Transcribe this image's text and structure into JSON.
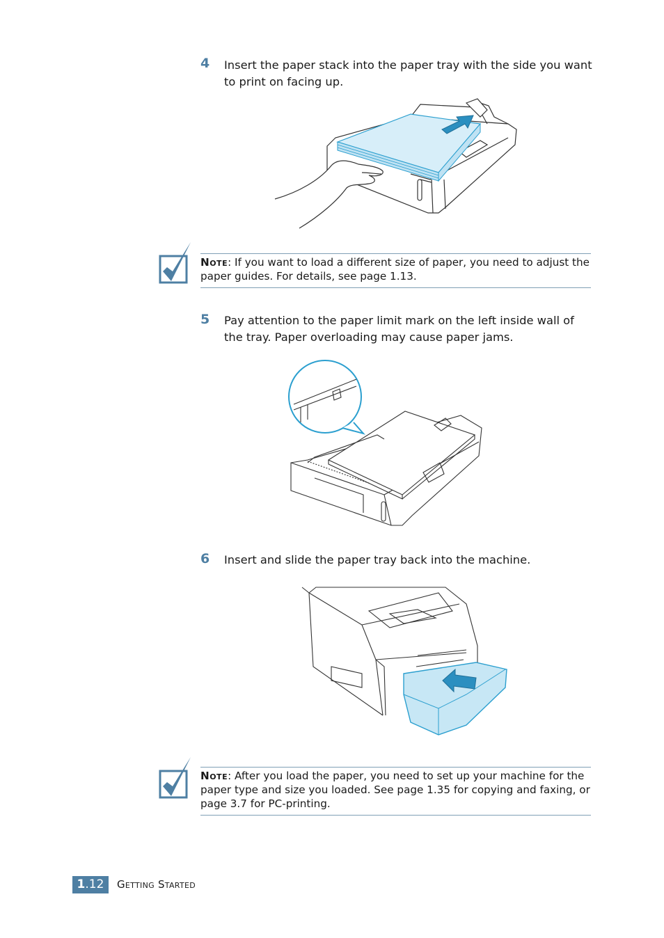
{
  "steps": [
    {
      "number": "4",
      "text": "Insert the paper stack into the paper tray with the side you want to print on facing up."
    },
    {
      "number": "5",
      "text": "Pay attention to the paper limit mark on the left inside wall of the tray. Paper overloading may cause paper jams."
    },
    {
      "number": "6",
      "text": "Insert and slide the paper tray back into the machine."
    }
  ],
  "notes": [
    {
      "label": "Note",
      "text": ": If you want to load a different size of paper, you need to adjust the paper guides. For details, see page 1.13."
    },
    {
      "label": "Note",
      "text": ": After you load the paper, you need to set up your machine for the paper type and size you loaded. See page 1.35 for copying and faxing, or page 3.7 for PC-printing."
    }
  ],
  "footer": {
    "chapter": "1",
    "page": ".12",
    "section": "Getting Started"
  },
  "colors": {
    "accent": "#4e7fa3",
    "illustration_blue": "#2b9fcf",
    "paper_fill": "#d7eef9"
  },
  "icons": [
    "checkmark-note-icon",
    "checkmark-note-icon"
  ]
}
